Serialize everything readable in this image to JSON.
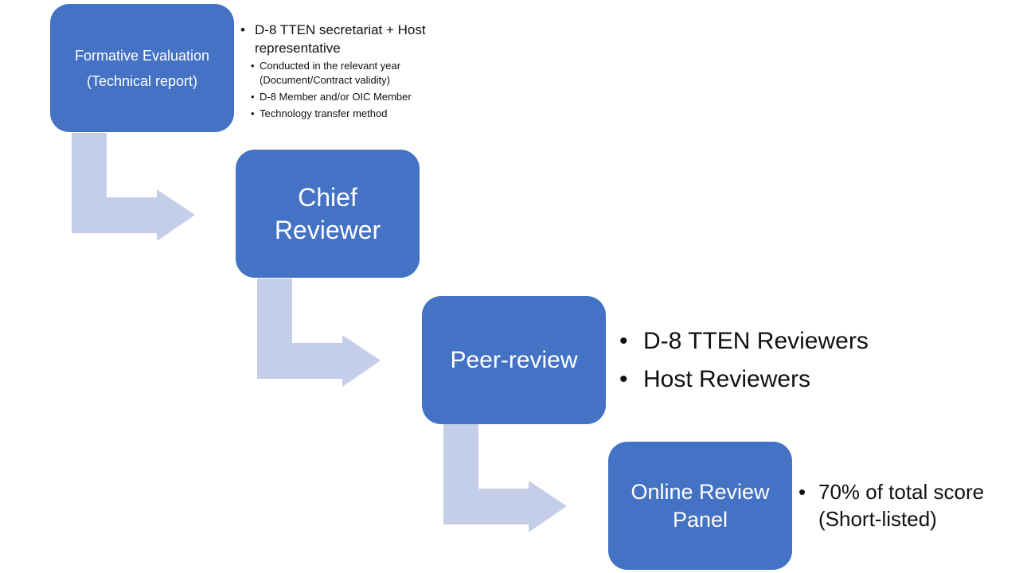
{
  "colors": {
    "box_fill": "#4472c4",
    "box_text": "#ffffff",
    "arrow_fill": "#c5cee8",
    "note_text": "#111111"
  },
  "steps": [
    {
      "label": "Formative Evaluation\n(Technical report)",
      "notes": [
        {
          "text": "D-8 TTEN secretariat + Host representative",
          "sub": [
            "Conducted in the relevant year (Document/Contract validity)",
            "D-8 Member and/or OIC Member",
            "Technology transfer method"
          ]
        }
      ]
    },
    {
      "label": "Chief\nReviewer",
      "notes": []
    },
    {
      "label": "Peer-review",
      "notes": [
        {
          "text": "D-8 TTEN Reviewers"
        },
        {
          "text": "Host Reviewers"
        }
      ]
    },
    {
      "label": "Online Review\nPanel",
      "notes": [
        {
          "text": "70% of total score\n(Short-listed)"
        }
      ]
    }
  ],
  "arrows": [
    {
      "from": "Formative Evaluation",
      "to": "Chief Reviewer",
      "icon": "bent-arrow-down-right-icon"
    },
    {
      "from": "Chief Reviewer",
      "to": "Peer-review",
      "icon": "bent-arrow-down-right-icon"
    },
    {
      "from": "Peer-review",
      "to": "Online Review Panel",
      "icon": "bent-arrow-down-right-icon"
    }
  ]
}
